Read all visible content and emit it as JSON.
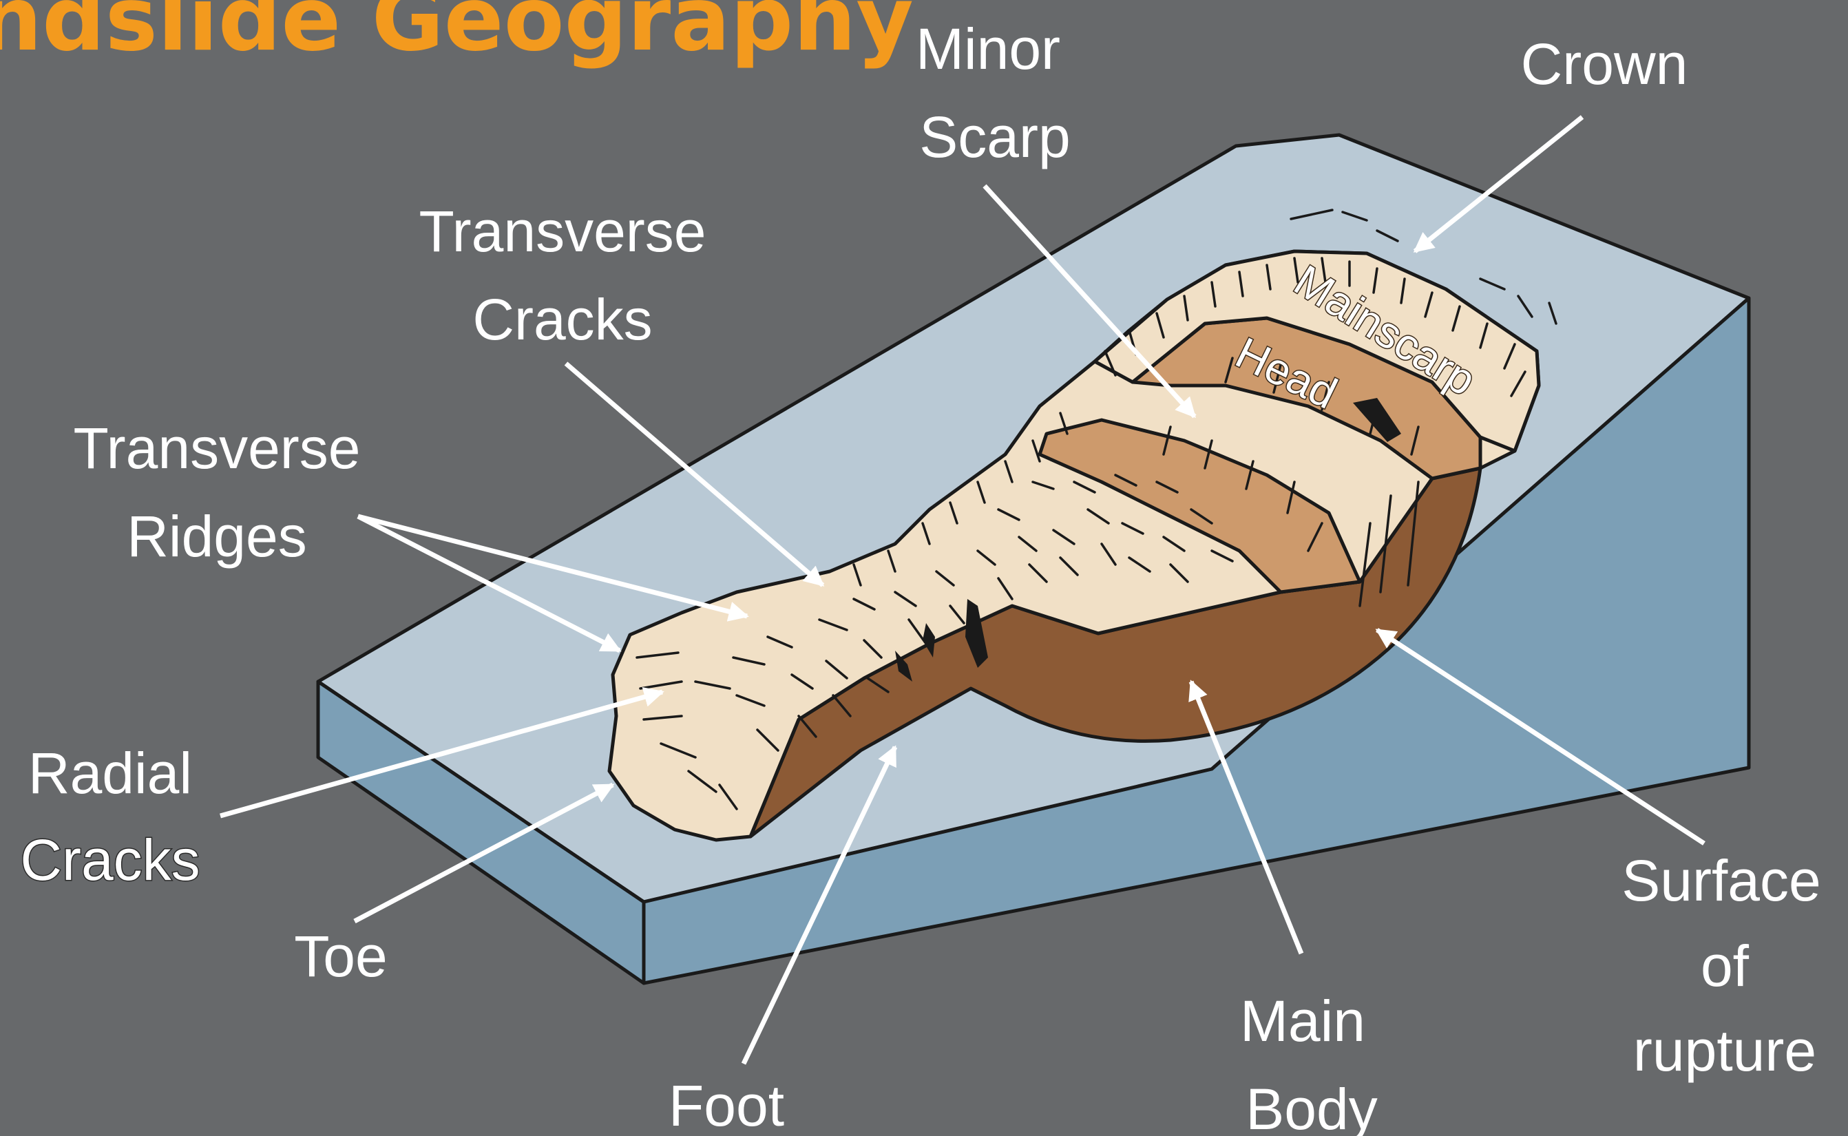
{
  "title": "ndslide Geography",
  "colors": {
    "background": "#67696b",
    "title": "#f39a1e",
    "slope_top": "#b9c9d5",
    "slope_side": "#7c9fb6",
    "slide_pale": "#f1e0c6",
    "slide_band": "#cd9a6c",
    "slide_dark": "#8c5a35"
  },
  "labels": {
    "minor_scarp": [
      "Minor",
      "Scarp"
    ],
    "crown": "Crown",
    "transverse_cracks": [
      "Transverse",
      "Cracks"
    ],
    "transverse_ridges": [
      "Transverse",
      "Ridges"
    ],
    "radial_cracks": [
      "Radial",
      "Cracks"
    ],
    "toe": "Toe",
    "foot": "Foot",
    "main_body": [
      "Main",
      "Body"
    ],
    "surface_of_rupture": [
      "Surface",
      "of",
      "rupture"
    ],
    "mainscarp": "Mainscarp",
    "head": "Head"
  }
}
